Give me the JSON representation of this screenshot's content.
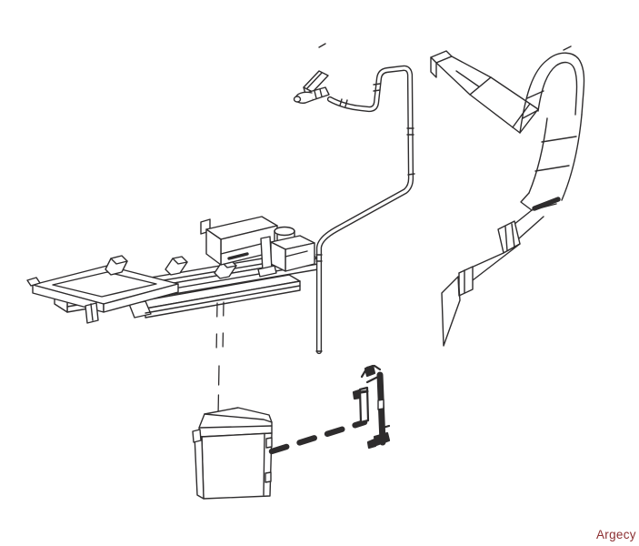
{
  "page": {
    "background": "#ffffff",
    "kind": "exploded-parts-line-drawing"
  },
  "colors": {
    "line": "#2e2c2d",
    "watermark": "#8b2e31",
    "background": "#ffffff"
  },
  "diagram": {
    "parts": [
      {
        "name": "frame-rail-assembly"
      },
      {
        "name": "release-lever-wire"
      },
      {
        "name": "flat-flex-cable"
      },
      {
        "name": "sensor-cover-box"
      },
      {
        "name": "sensor-flag-bracket"
      }
    ],
    "connectors": [
      {
        "name": "thin-dashed-leader-vertical"
      },
      {
        "name": "thick-dashed-leader-diagonal"
      }
    ]
  },
  "watermark": {
    "text": "Argecy"
  }
}
